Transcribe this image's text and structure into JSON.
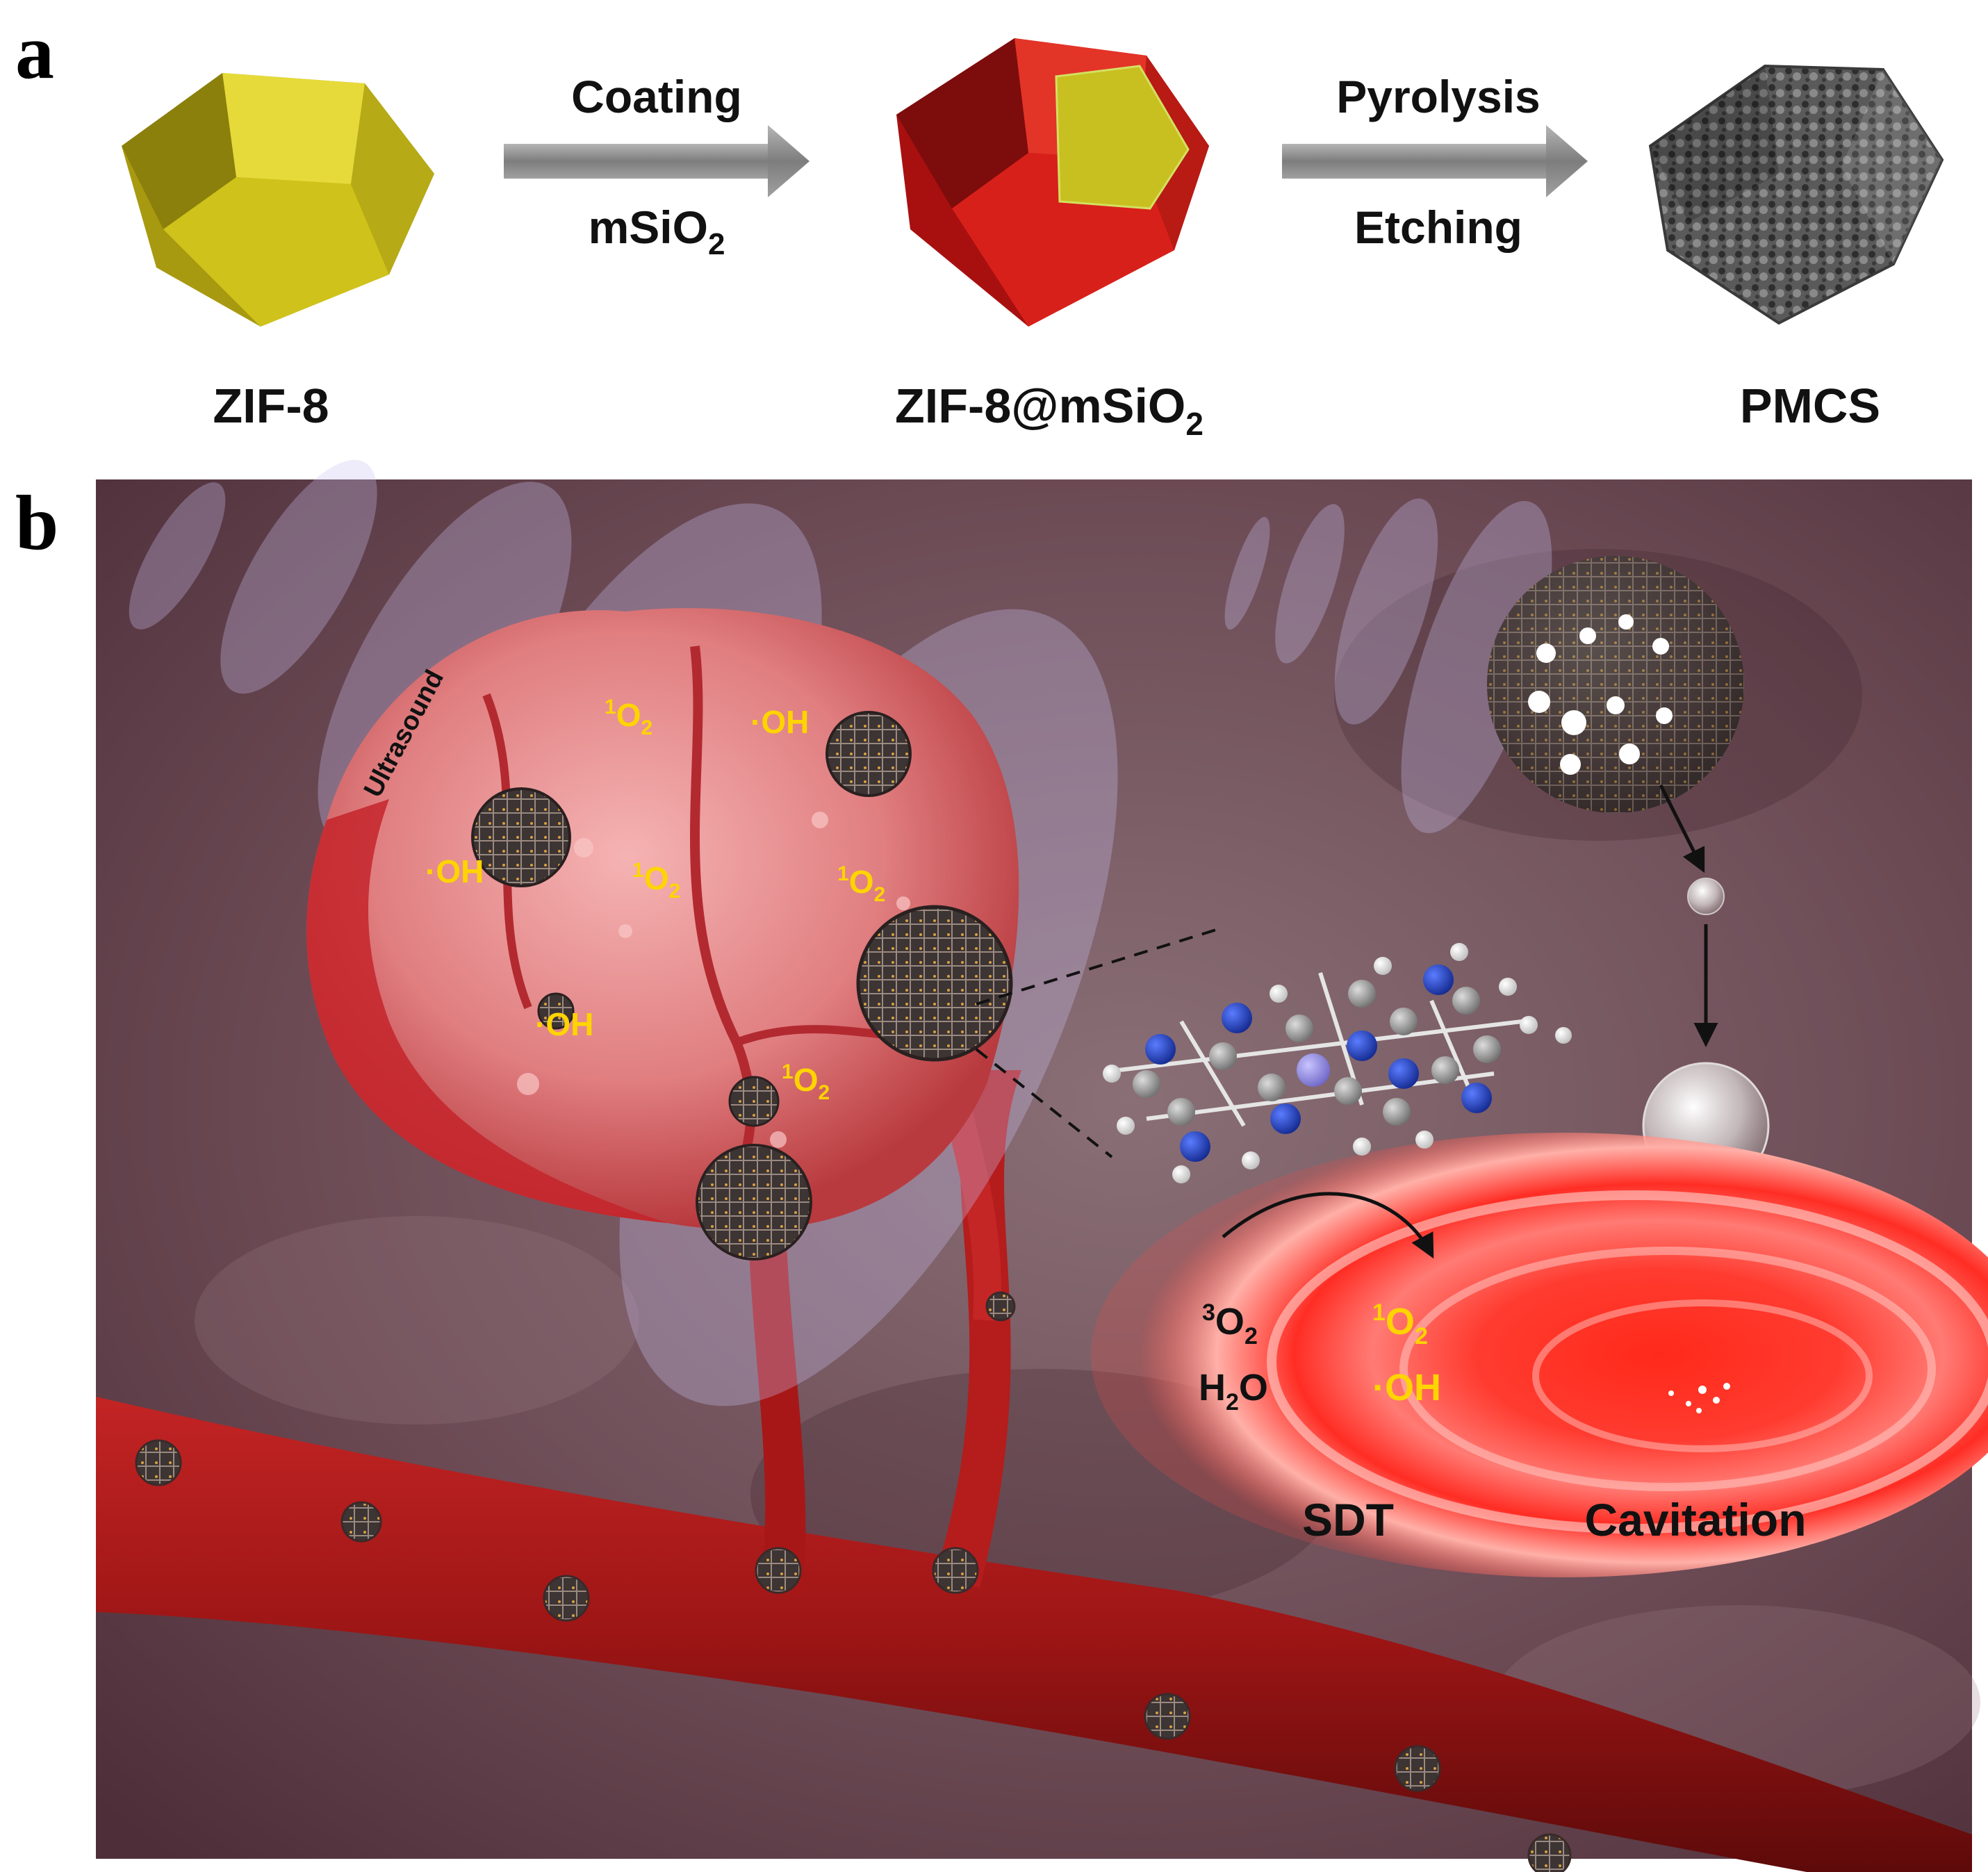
{
  "panel_a": {
    "label": "a",
    "step1_top": "Coating",
    "step1_bottom": "mSiO",
    "step1_bottom_sub": "2",
    "step2_top": "Pyrolysis",
    "step2_bottom": "Etching",
    "item1": "ZIF-8",
    "item2": "ZIF-8@mSiO",
    "item2_sub": "2",
    "item3": "PMCS"
  },
  "panel_b": {
    "label": "b",
    "ultrasound": "Ultrasound",
    "singlet_sup": "1",
    "singlet_base": "O",
    "singlet_sub": "2",
    "hydroxyl": "·OH",
    "triplet_sup": "3",
    "triplet_base": "O",
    "triplet_sub": "2",
    "water_base": "H",
    "water_sub": "2",
    "water_end": "O",
    "sdt": "SDT",
    "cavitation": "Cavitation"
  },
  "colors": {
    "text_yellow": "#ffd400",
    "zif8_yellow": "#cfc21a",
    "silica_red": "#d8201a",
    "vessel_red": "#a51616",
    "background_mauve": "#6e4a55",
    "arrow_grey": "#8c8c8c",
    "nitrogen_blue": "#2040b8",
    "carbon_grey": "#8f8f8f"
  }
}
